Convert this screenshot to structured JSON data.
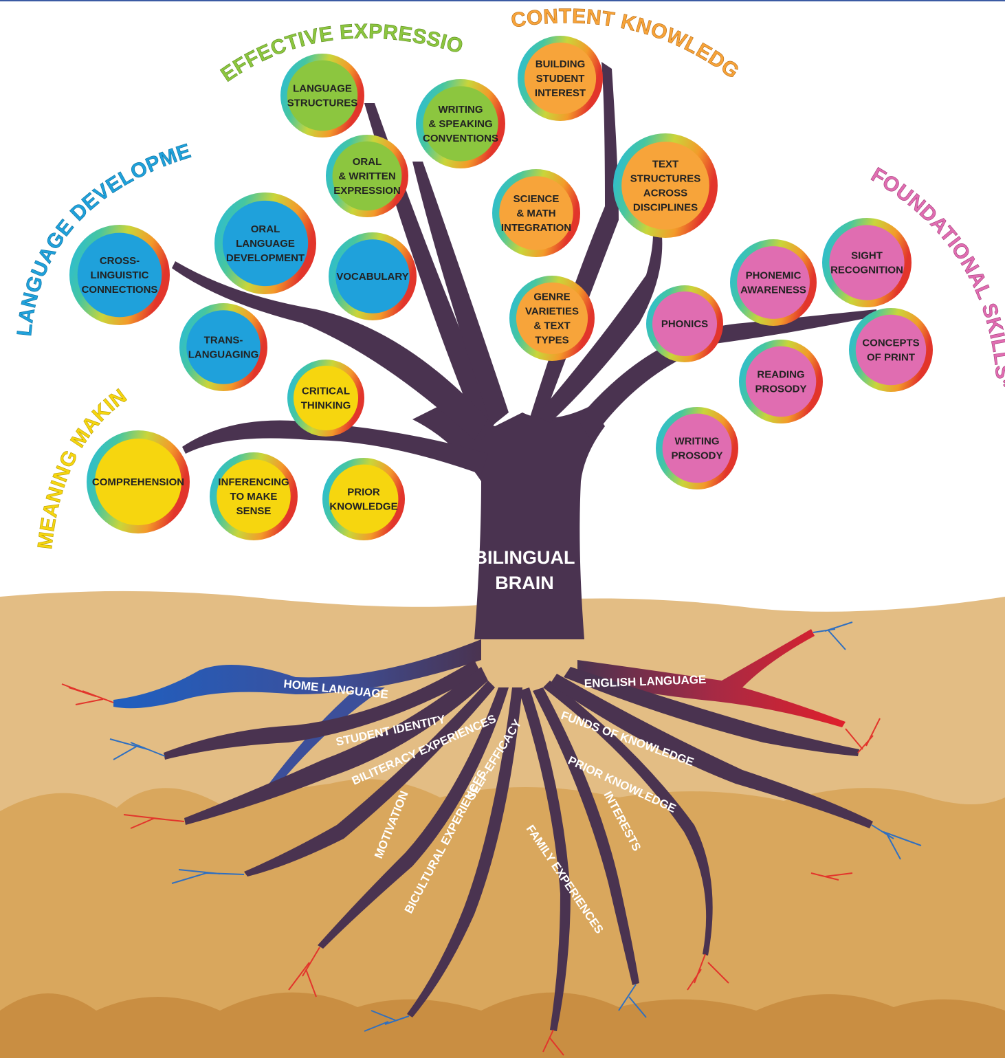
{
  "colors": {
    "trunk": "#4a3350",
    "sky": "#ffffff",
    "soil_light": "#e2ba82",
    "soil_mid": "#d8a55a",
    "soil_dark": "#c98b3e",
    "language_development": "#1fa1db",
    "effective_expression": "#8cc63f",
    "content_knowledge": "#f7a43a",
    "foundational_skills": "#e06db1",
    "meaning_making": "#f6d60f",
    "home_language_root": "#2f5fb0",
    "english_language_root": "#d6252e"
  },
  "trunk_label": {
    "line1": "BILINGUAL",
    "line2": "BRAIN"
  },
  "categories": {
    "language_development": "LANGUAGE DEVELOPMENT*",
    "effective_expression": "EFFECTIVE EXPRESSION*",
    "content_knowledge": "CONTENT KNOWLEDGE*",
    "foundational_skills": "FOUNDATIONAL SKILLS*",
    "meaning_making": "MEANING MAKING*"
  },
  "leaves": {
    "language_structures": [
      "LANGUAGE",
      "STRUCTURES"
    ],
    "writing_speaking_conventions": [
      "WRITING",
      "& SPEAKING",
      "CONVENTIONS"
    ],
    "oral_written_expression": [
      "ORAL",
      "& WRITTEN",
      "EXPRESSION"
    ],
    "building_student_interest": [
      "BUILDING",
      "STUDENT",
      "INTEREST"
    ],
    "text_structures": [
      "TEXT",
      "STRUCTURES",
      "ACROSS",
      "DISCIPLINES"
    ],
    "science_math": [
      "SCIENCE",
      "& MATH",
      "INTEGRATION"
    ],
    "genre_varieties": [
      "GENRE",
      "VARIETIES",
      "& TEXT",
      "TYPES"
    ],
    "cross_linguistic": [
      "CROSS-",
      "LINGUISTIC",
      "CONNECTIONS"
    ],
    "oral_language_development": [
      "ORAL",
      "LANGUAGE",
      "DEVELOPMENT"
    ],
    "vocabulary": [
      "VOCABULARY"
    ],
    "translanguaging": [
      "TRANS-",
      "LANGUAGING"
    ],
    "critical_thinking": [
      "CRITICAL",
      "THINKING"
    ],
    "comprehension": [
      "COMPREHENSION"
    ],
    "inferencing": [
      "INFERENCING",
      "TO MAKE",
      "SENSE"
    ],
    "prior_knowledge_leaf": [
      "PRIOR",
      "KNOWLEDGE"
    ],
    "phonics": [
      "PHONICS"
    ],
    "phonemic_awareness": [
      "PHONEMIC",
      "AWARENESS"
    ],
    "sight_recognition": [
      "SIGHT",
      "RECOGNITION"
    ],
    "concepts_of_print": [
      "CONCEPTS",
      "OF PRINT"
    ],
    "reading_prosody": [
      "READING",
      "PROSODY"
    ],
    "writing_prosody": [
      "WRITING",
      "PROSODY"
    ]
  },
  "roots": {
    "home_language": "HOME LANGUAGE",
    "english_language": "ENGLISH LANGUAGE",
    "student_identity": "STUDENT IDENTITY",
    "biliteracy_experiences": "BILITERACY EXPERIENCES",
    "motivation": "MOTIVATION",
    "self_efficacy": "SELF-EFFICACY",
    "bicultural_experiences": "BICULTURAL EXPERIENCES",
    "family_experiences": "FAMILY EXPERIENCES",
    "funds_of_knowledge": "FUNDS OF KNOWLEDGE",
    "prior_knowledge_root": "PRIOR KNOWLEDGE",
    "interests": "INTERESTS"
  }
}
